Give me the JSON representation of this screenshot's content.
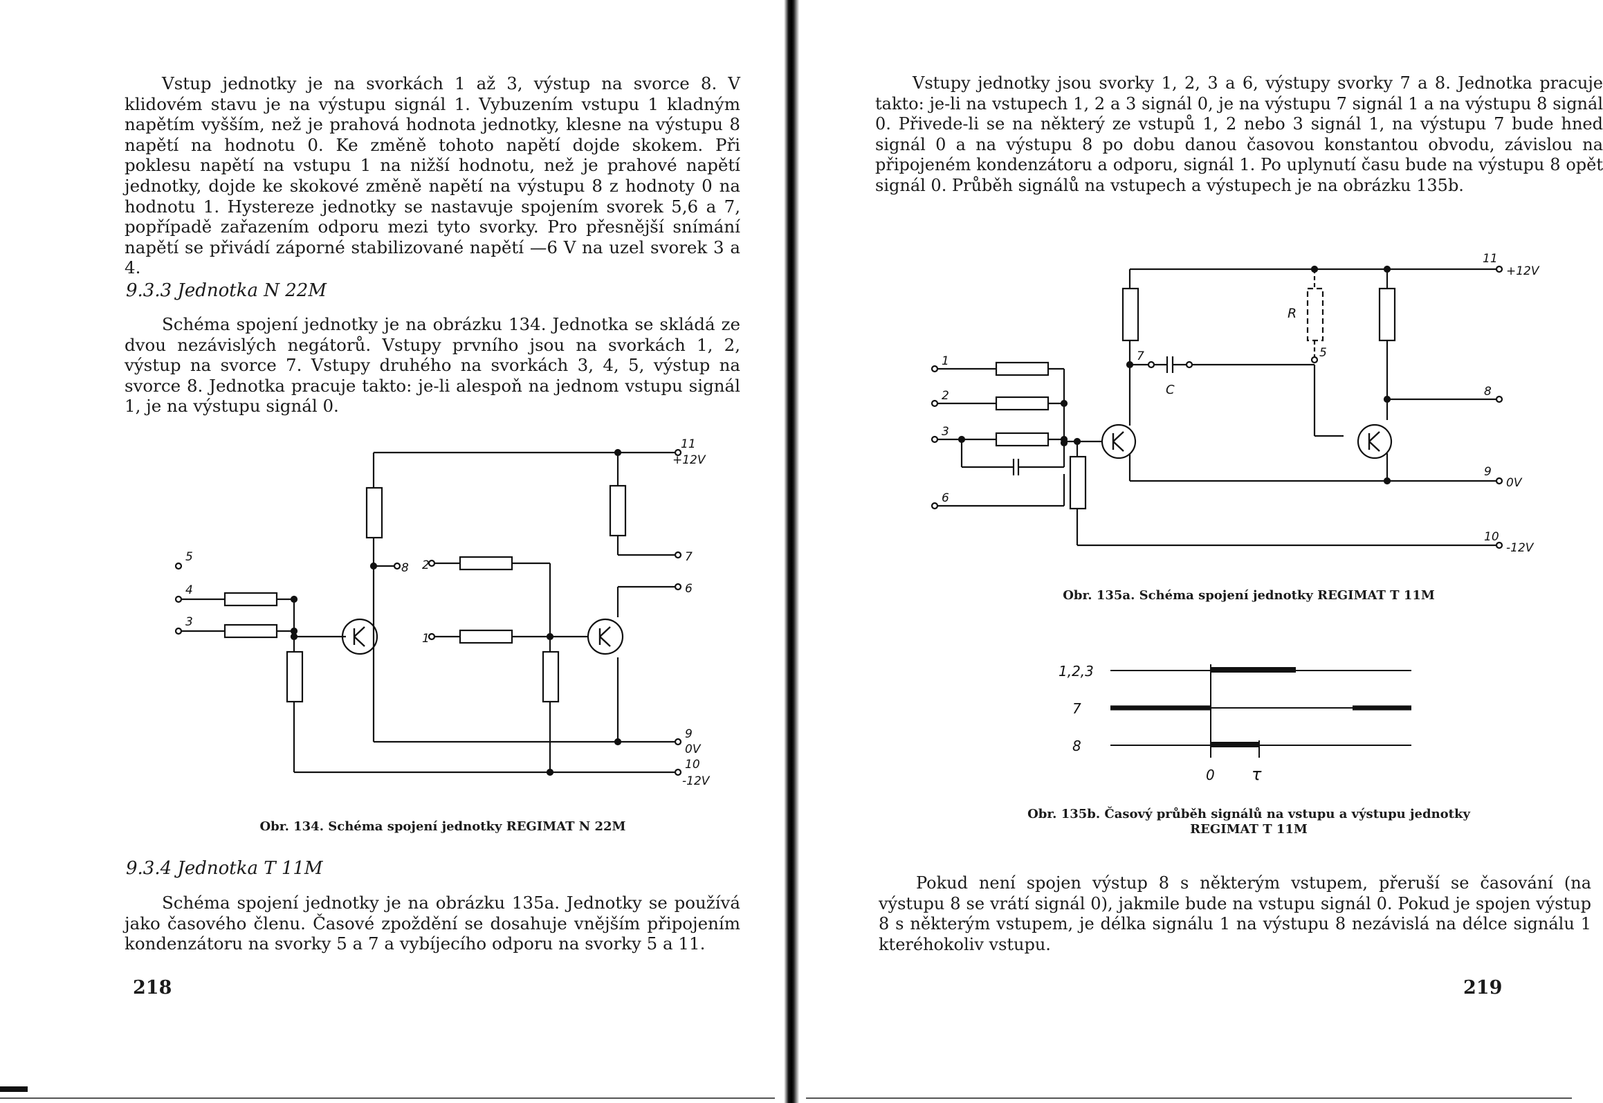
{
  "left_page": {
    "intro": "Vstup jednotky je na svorkách 1 až 3, výstup na svorce 8. V klidovém stavu je na výstupu signál 1. Vybuzením vstupu 1 kladným napětím vyšším, než je prahová hodnota jednotky, klesne na výstupu 8 napětí na hodnotu 0. Ke změně tohoto napětí dojde skokem. Při poklesu napětí na vstupu 1 na nižší hodnotu, než je prahové napětí jednotky, dojde ke skokové změně napětí na výstupu 8 z hodnoty 0 na hodnotu 1. Hystereze jednotky se nastavuje spojením svorek 5,6 a 7, popřípadě zařazením odporu mezi tyto svorky. Pro přesnější snímání napětí se přivádí záporné stabilizované napětí —6 V na uzel svorek 3 a 4.",
    "heading_1": "9.3.3 Jednotka N 22M",
    "para_1": "Schéma spojení jednotky je na obrázku 134. Jednotka se skládá ze dvou nezávislých negátorů. Vstupy prvního jsou na svorkách 1, 2, výstup na svorce 7. Vstupy druhého na svorkách 3, 4, 5, výstup na svorce 8. Jednotka pracuje takto: je-li alespoň na jednom vstupu signál 1, je na výstupu signál 0.",
    "figure_134": {
      "caption": "Obr. 134. Schéma spojení jednotky REGIMAT N 22M",
      "labels": {
        "t11": "11",
        "v12": "+12V",
        "t7": "7",
        "t6": "6",
        "t8": "8",
        "t2": "2",
        "t1": "1",
        "t5": "5",
        "t4": "4",
        "t3": "3",
        "t9": "9",
        "v0": "0V",
        "t10": "10",
        "vm12": "-12V"
      }
    },
    "heading_2": "9.3.4 Jednotka T 11M",
    "para_2": "Schéma spojení jednotky je na obrázku 135a. Jednotky se používá jako časového členu. Časové zpoždění se dosahuje vnějším připojením kondenzátoru na svorky 5 a 7 a vybíjecího odporu na svorky 5 a 11.",
    "page_number": "218"
  },
  "right_page": {
    "para_1": "Vstupy jednotky jsou svorky 1, 2, 3 a 6, výstupy svorky 7 a 8. Jednotka pracuje takto: je-li na vstupech 1, 2 a 3 signál 0, je na výstupu 7 signál 1 a na výstupu 8 signál 0. Přivede-li se na některý ze vstupů 1, 2 nebo 3 signál 1, na výstupu 7 bude hned signál 0 a na výstupu 8 po dobu danou časovou konstantou obvodu, závislou na připojeném kondenzátoru a odporu, signál 1. Po uplynutí času bude na výstupu 8 opět signál 0. Průběh signálů na vstupech a výstupech je na obrázku 135b.",
    "figure_135a": {
      "caption": "Obr. 135a. Schéma spojení jednotky REGIMAT T 11M",
      "labels": {
        "t11": "11",
        "v12": "+12V",
        "R": "R",
        "C": "C",
        "t7": "7",
        "t5": "5",
        "t1": "1",
        "t2": "2",
        "t3": "3",
        "t6": "6",
        "t8": "8",
        "t9": "9",
        "v0": "0V",
        "t10": "10",
        "vm12": "-12V"
      }
    },
    "figure_135b": {
      "caption_line1": "Obr. 135b. Časový průběh signálů na vstupu a výstupu jednotky",
      "caption_line2": "REGIMAT T 11M",
      "row_labels": [
        "1,2,3",
        "7",
        "8"
      ],
      "axis_labels": [
        "0",
        "τ"
      ]
    },
    "para_2": "Pokud není spojen výstup 8 s některým vstupem, přeruší se časování (na výstupu 8 se vrátí signál 0), jakmile bude na vstupu signál 0. Pokud je spojen výstup 8 s některým vstupem, je délka signálu 1 na výstupu 8 nezávislá na délce signálu 1 kteréhokoliv vstupu.",
    "page_number": "219"
  }
}
